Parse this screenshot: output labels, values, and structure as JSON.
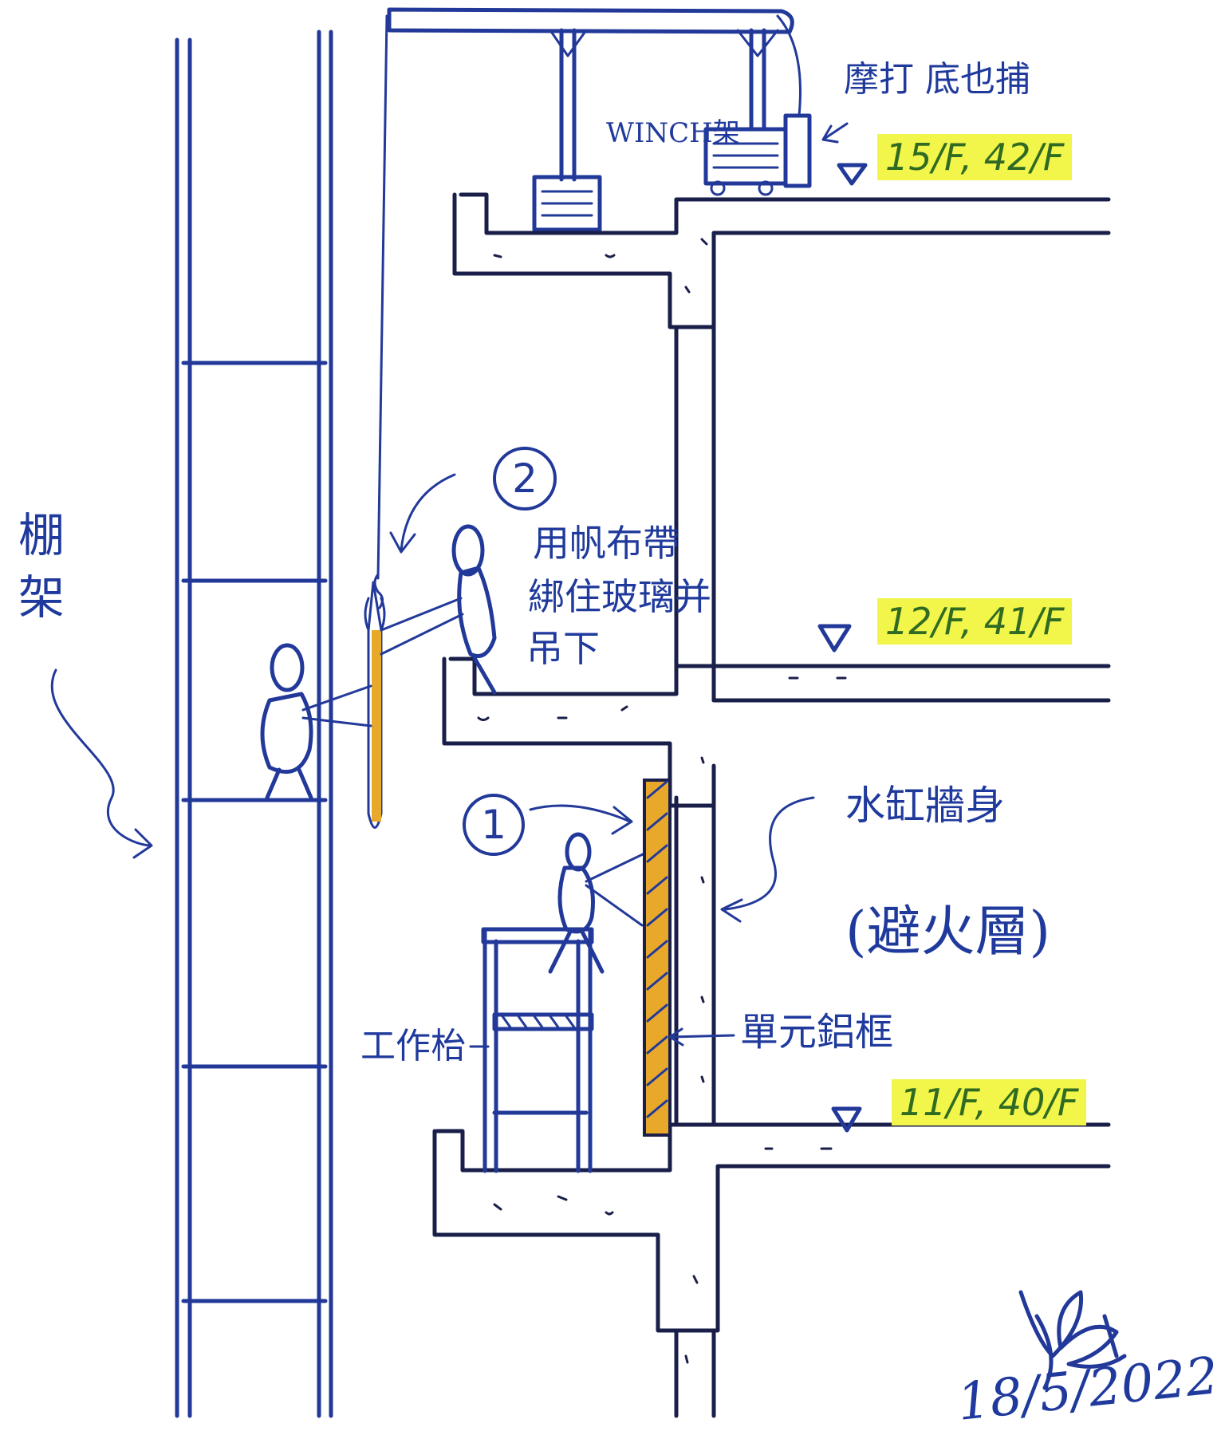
{
  "labels": {
    "scaffold": "棚架",
    "winch_frame": "WINCH架",
    "motor_label": "摩打 底也捕",
    "rope_instruction": [
      "用帆布帶",
      "綁住玻璃并",
      "吊下"
    ],
    "water_tank_wall": "水缸牆身",
    "fire_layer": "(避火層)",
    "aluminium_unit": "單元鋁框",
    "work_platform": "工作枱"
  },
  "floor_levels": [
    "15/F, 42/F",
    "12/F, 41/F",
    "11/F, 40/F"
  ],
  "step_markers": [
    "2",
    "1"
  ],
  "signature_date": "18/5/2022",
  "colors": {
    "ink": "#22399a",
    "highlight": "#f2f54a",
    "highlight_text": "#2f6b22",
    "glass_panel": "#e8a92b"
  }
}
